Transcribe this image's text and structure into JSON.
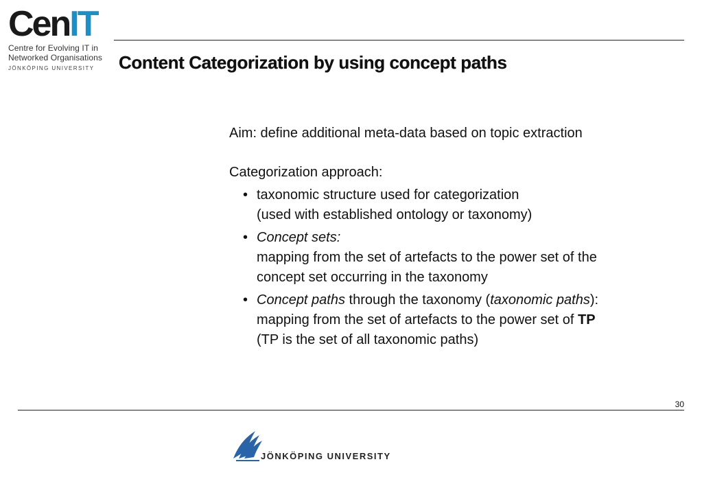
{
  "logo": {
    "brand_main": "Cen",
    "brand_accent": "IT",
    "subtitle_line1": "Centre for Evolving IT in",
    "subtitle_line2": "Networked Organisations",
    "university": "JÖNKÖPING UNIVERSITY",
    "accent_color": "#1b8fc6"
  },
  "slide": {
    "title": "Content Categorization by using concept paths",
    "aim": "Aim: define additional meta-data based on topic extraction",
    "approach_heading": "Categorization approach:",
    "bullets": [
      {
        "line1": "taxonomic structure used for categorization",
        "line2": "(used with established ontology or taxonomy)"
      },
      {
        "heading": "Concept sets:",
        "line1": "mapping from the set of artefacts to the power set of the",
        "line2": "concept set occurring in the taxonomy"
      },
      {
        "heading_italic": "Concept paths",
        "heading_mid": " through the taxonomy (",
        "heading_italic2": "taxonomic paths",
        "heading_end": "):",
        "line1": "mapping from the set of artefacts to the power set of ",
        "line1_bold": "TP",
        "line2": "(TP is the set of all taxonomic paths)"
      }
    ],
    "bullet_char": "•",
    "page_number": "30"
  },
  "footer": {
    "university": "JÖNKÖPING UNIVERSITY",
    "logo_color": "#2a64a8"
  }
}
